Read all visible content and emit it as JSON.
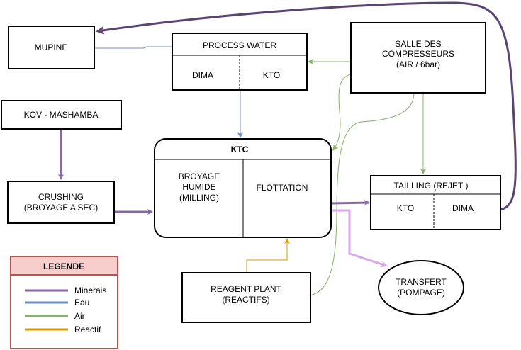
{
  "nodes": {
    "mupine": "MUPINE",
    "process_water": {
      "title": "PROCESS WATER",
      "left": "DIMA",
      "right": "KTO"
    },
    "salle": {
      "line1": "SALLE DES",
      "line2": "COMPRESSEURS",
      "line3": "(AIR / 6bar)"
    },
    "kov": "KOV - MASHAMBA",
    "crushing": {
      "line1": "CRUSHING",
      "line2": "(BROYAGE A SEC)"
    },
    "ktc": {
      "title": "KTC",
      "left1": "BROYAGE",
      "left2": "HUMIDE",
      "left3": "(MILLING)",
      "right": "FLOTTATION"
    },
    "tailling": {
      "title": "TAILLING (REJET )",
      "left": "KTO",
      "right": "DIMA"
    },
    "reagent": {
      "line1": "REAGENT PLANT",
      "line2": "(REACTIFS)"
    },
    "transfert": {
      "line1": "TRANSFERT",
      "line2": "(POMPAGE)"
    }
  },
  "legend": {
    "title": "LEGENDE",
    "items": [
      {
        "label": "Minerais",
        "color": "#8a66a6"
      },
      {
        "label": "Eau",
        "color": "#6c8ebf"
      },
      {
        "label": "Air",
        "color": "#82b366"
      },
      {
        "label": "Reactif",
        "color": "#d79b00"
      }
    ]
  },
  "colors": {
    "minerais": "#8a66a6",
    "minerais_dark": "#5b4475",
    "eau": "#6c8ebf",
    "air": "#82b366",
    "reactif": "#d79b00",
    "transfer": "#d8a8e8",
    "legend_header": "#f8cecc",
    "legend_border": "#b85450"
  }
}
